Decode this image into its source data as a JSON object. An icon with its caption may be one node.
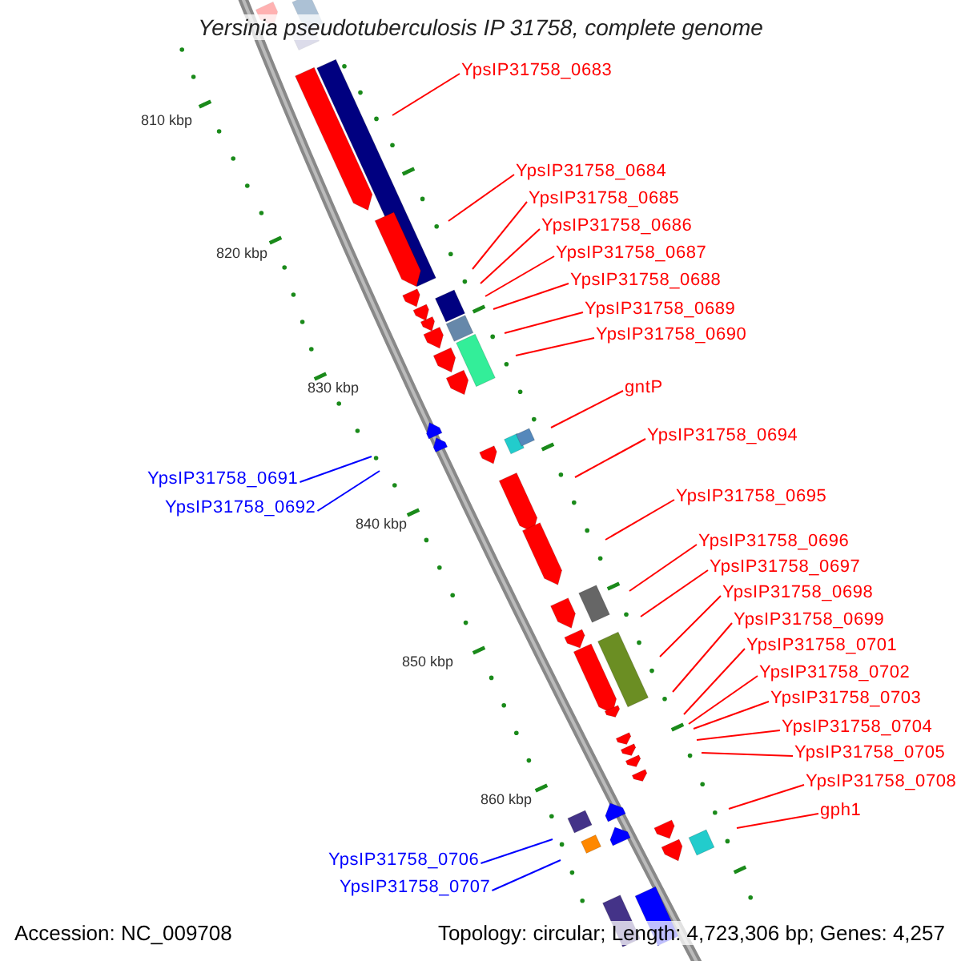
{
  "diagram": {
    "title": "Yersinia pseudotuberculosis IP 31758, complete genome",
    "nodes": [
      {
        "text": [
          "YpsIP31758_0683"
        ]
      },
      {
        "text": [
          "YpsIP31758_0684"
        ]
      },
      {
        "text": [
          "YpsIP31758_0685"
        ]
      },
      {
        "text": [
          "YpsIP31758_0686"
        ]
      },
      {
        "text": [
          "YpsIP31758_0687"
        ]
      },
      {
        "text": [
          "YpsIP31758_0688"
        ]
      },
      {
        "text": [
          "YpsIP31758_0689"
        ]
      },
      {
        "text": [
          "YpsIP31758_0690"
        ]
      },
      {
        "text": [
          "gntP"
        ]
      },
      {
        "text": [
          "YpsIP31758_0694"
        ]
      },
      {
        "text": [
          "YpsIP31758_0691"
        ]
      },
      {
        "text": [
          "YpsIP31758_0695"
        ]
      },
      {
        "text": [
          "YpsIP31758_0692"
        ]
      },
      {
        "text": [
          "YpsIP31758_0696"
        ]
      },
      {
        "text": [
          "YpsIP31758_0697"
        ]
      },
      {
        "text": [
          "YpsIP31758_0698"
        ]
      },
      {
        "text": [
          "YpsIP31758_0699"
        ]
      },
      {
        "text": [
          "YpsIP31758_0701"
        ]
      },
      {
        "text": [
          "YpsIP31758_0702"
        ]
      },
      {
        "text": [
          "YpsIP31758_0703"
        ]
      },
      {
        "text": [
          "YpsIP31758_0704"
        ]
      },
      {
        "text": [
          "YpsIP31758_0705"
        ]
      },
      {
        "text": [
          "YpsIP31758_0708"
        ]
      },
      {
        "text": [
          "gph1"
        ]
      },
      {
        "text": [
          "YpsIP31758_0706"
        ]
      },
      {
        "text": [
          "YpsIP31758_0707"
        ]
      }
    ],
    "edges": [
      {
        "from": 0,
        "to": null,
        "arrow": "none"
      },
      {
        "from": 1,
        "to": null,
        "arrow": "none"
      },
      {
        "from": 2,
        "to": null,
        "arrow": "none"
      },
      {
        "from": 3,
        "to": null,
        "arrow": "none"
      },
      {
        "from": 4,
        "to": null,
        "arrow": "none"
      },
      {
        "from": 5,
        "to": null,
        "arrow": "none"
      },
      {
        "from": 6,
        "to": null,
        "arrow": "none"
      },
      {
        "from": 7,
        "to": null,
        "arrow": "none"
      },
      {
        "from": 8,
        "to": null,
        "arrow": "none"
      },
      {
        "from": 9,
        "to": null,
        "arrow": "none"
      },
      {
        "from": 10,
        "to": null,
        "arrow": "none",
        "color": "#0000ff"
      },
      {
        "from": 11,
        "to": null,
        "arrow": "none"
      },
      {
        "from": 12,
        "to": null,
        "arrow": "none",
        "color": "#0000ff"
      },
      {
        "from": 13,
        "to": null,
        "arrow": "none"
      },
      {
        "from": 14,
        "to": null,
        "arrow": "none"
      },
      {
        "from": 15,
        "to": null,
        "arrow": "none"
      },
      {
        "from": 16,
        "to": null,
        "arrow": "none"
      },
      {
        "from": 17,
        "to": null,
        "arrow": "none"
      },
      {
        "from": 18,
        "to": null,
        "arrow": "none"
      },
      {
        "from": 19,
        "to": null,
        "arrow": "none"
      },
      {
        "from": 20,
        "to": null,
        "arrow": "none"
      },
      {
        "from": 21,
        "to": null,
        "arrow": "none"
      },
      {
        "from": 22,
        "to": null,
        "arrow": "none"
      },
      {
        "from": 23,
        "to": null,
        "arrow": "none"
      },
      {
        "from": 24,
        "to": null,
        "arrow": "none",
        "color": "#0000ff"
      },
      {
        "from": 25,
        "to": null,
        "arrow": "none",
        "color": "#0000ff"
      }
    ],
    "labels": [
      "810 kbp",
      "820 kbp",
      "830 kbp",
      "840 kbp",
      "850 kbp",
      "860 kbp",
      "Accession: NC_009708",
      "Topology: circular; Length: 4,723,306 bp; Genes: 4,257"
    ]
  }
}
